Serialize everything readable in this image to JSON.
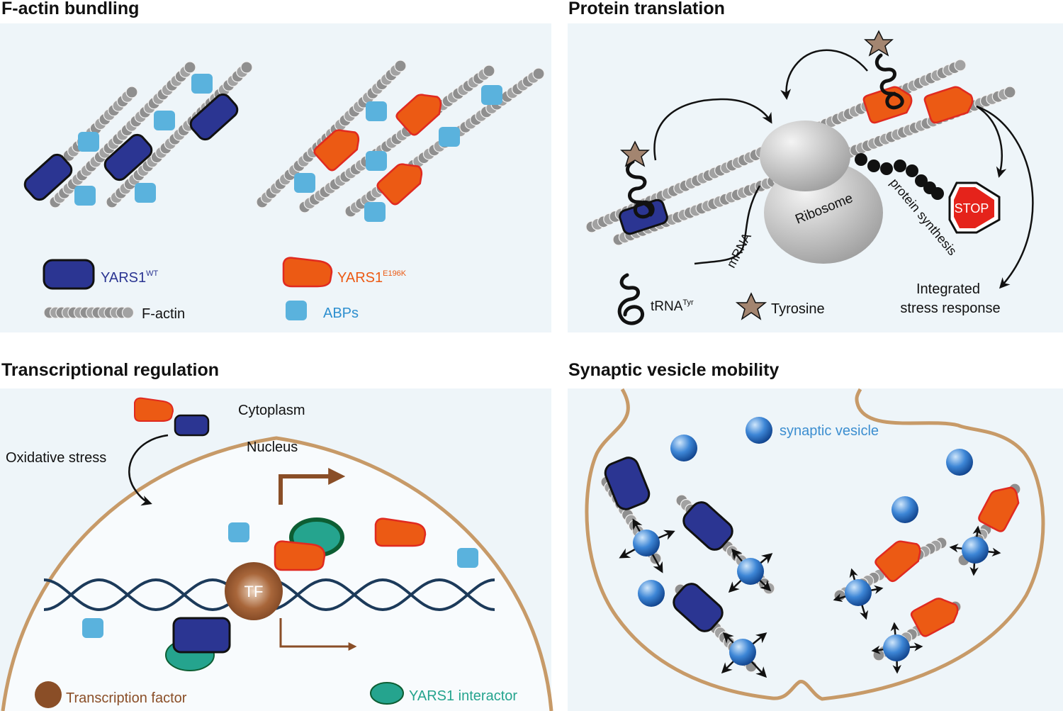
{
  "panels": {
    "factin": {
      "title": "F-actin bundling"
    },
    "translation": {
      "title": "Protein translation"
    },
    "transcription": {
      "title": "Transcriptional regulation"
    },
    "synaptic": {
      "title": "Synaptic vesicle mobility"
    }
  },
  "legend_factin": {
    "wt_label": "YARS1",
    "wt_sup": "WT",
    "mut_label": "YARS1",
    "mut_sup": "E196K",
    "factin_label": "F-actin",
    "abp_label": "ABPs"
  },
  "translation": {
    "ribosome_label": "Ribosome",
    "mrna_label": "mRNA",
    "protein_synthesis_label": "protein synthesis",
    "stop_label": "STOP",
    "isr_line1": "Integrated",
    "isr_line2": "stress response",
    "trna_label": "tRNA",
    "trna_sup": "Tyr",
    "tyrosine_label": "Tyrosine"
  },
  "transcription": {
    "cytoplasm_label": "Cytoplasm",
    "nucleus_label": "Nucleus",
    "oxidative_label": "Oxidative stress",
    "tf_label": "TF",
    "tf_legend": "Transcription factor",
    "interactor_legend": "YARS1 interactor"
  },
  "synaptic": {
    "vesicle_label": "synaptic vesicle"
  },
  "colors": {
    "wt": "#2b3592",
    "mutant": "#ec5a14",
    "abp": "#5ab2dd",
    "actin": "#9a9a9a",
    "membrane": "#c79a68",
    "tf": "#8a4e27",
    "interactor": "#25a48e",
    "dna": "#1c3a5a",
    "panel_bg": "#eef5f9"
  }
}
